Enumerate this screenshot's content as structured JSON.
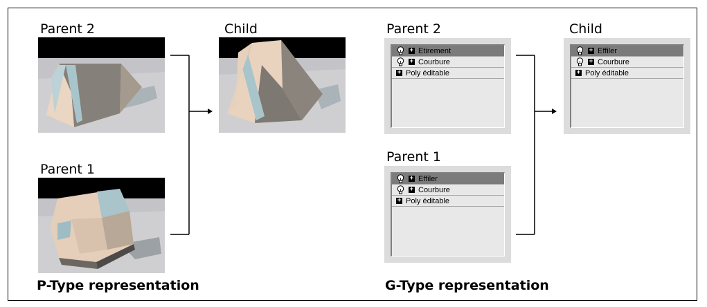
{
  "p_type": {
    "parent2_label": "Parent 2",
    "parent1_label": "Parent 1",
    "child_label": "Child",
    "caption": "P-Type representation"
  },
  "g_type": {
    "parent2_label": "Parent 2",
    "parent1_label": "Parent 1",
    "child_label": "Child",
    "caption": "G-Type representation",
    "parent2_stack": [
      {
        "label": "Etirement",
        "bulb": true,
        "selected": true
      },
      {
        "label": "Courbure",
        "bulb": true,
        "selected": false
      },
      {
        "label": "Poly éditable",
        "bulb": false,
        "selected": false
      }
    ],
    "parent1_stack": [
      {
        "label": "Effiler",
        "bulb": true,
        "selected": true
      },
      {
        "label": "Courbure",
        "bulb": true,
        "selected": false
      },
      {
        "label": "Poly éditable",
        "bulb": false,
        "selected": false
      }
    ],
    "child_stack": [
      {
        "label": "Effiler",
        "bulb": true,
        "selected": true
      },
      {
        "label": "Courbure",
        "bulb": true,
        "selected": false
      },
      {
        "label": "Poly éditable",
        "bulb": false,
        "selected": false
      }
    ]
  },
  "icons": {
    "bulb": "lightbulb-icon",
    "plus": "plus-box-icon",
    "arrow": "right-arrow-icon"
  },
  "colors": {
    "selected_row": "#7b7b7b",
    "panel_bg": "#dcdcdc",
    "list_bg": "#e8e8e8",
    "render_black": "#000000",
    "render_floor": "#d2d2d2"
  }
}
